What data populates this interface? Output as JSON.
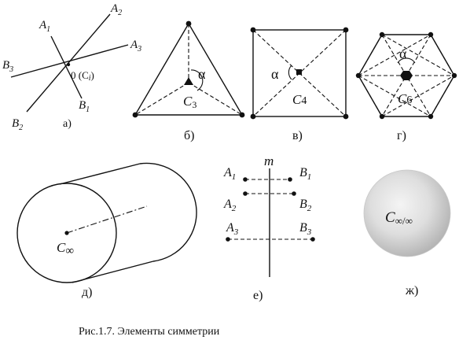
{
  "caption": "Рис.1.7. Элементы симметрии",
  "panels": {
    "a": {
      "letter": "а)",
      "labels": [
        "A",
        "A",
        "A",
        "B",
        "B",
        "B"
      ],
      "subs": [
        "1",
        "2",
        "3",
        "3",
        "1",
        "2"
      ],
      "center_text": "0 (C",
      "center_sub": "i",
      "center_close": ")"
    },
    "b": {
      "letter": "б)",
      "alpha": "α",
      "axis": "C",
      "axis_sub": "3"
    },
    "v": {
      "letter": "в)",
      "alpha": "α",
      "axis": "C",
      "axis_sub": "4"
    },
    "g": {
      "letter": "г)",
      "alpha": "α",
      "axis": "C",
      "axis_sub": "6"
    },
    "d": {
      "letter": "д)",
      "axis": "C",
      "axis_sub": "∞"
    },
    "e": {
      "letter": "е)",
      "plane": "m",
      "labels": [
        "A",
        "B",
        "A",
        "B",
        "A",
        "B"
      ],
      "subs": [
        "1",
        "1",
        "2",
        "2",
        "3",
        "3"
      ]
    },
    "zh": {
      "letter": "ж)",
      "axis": "C",
      "axis_sub": "∞/∞"
    }
  }
}
